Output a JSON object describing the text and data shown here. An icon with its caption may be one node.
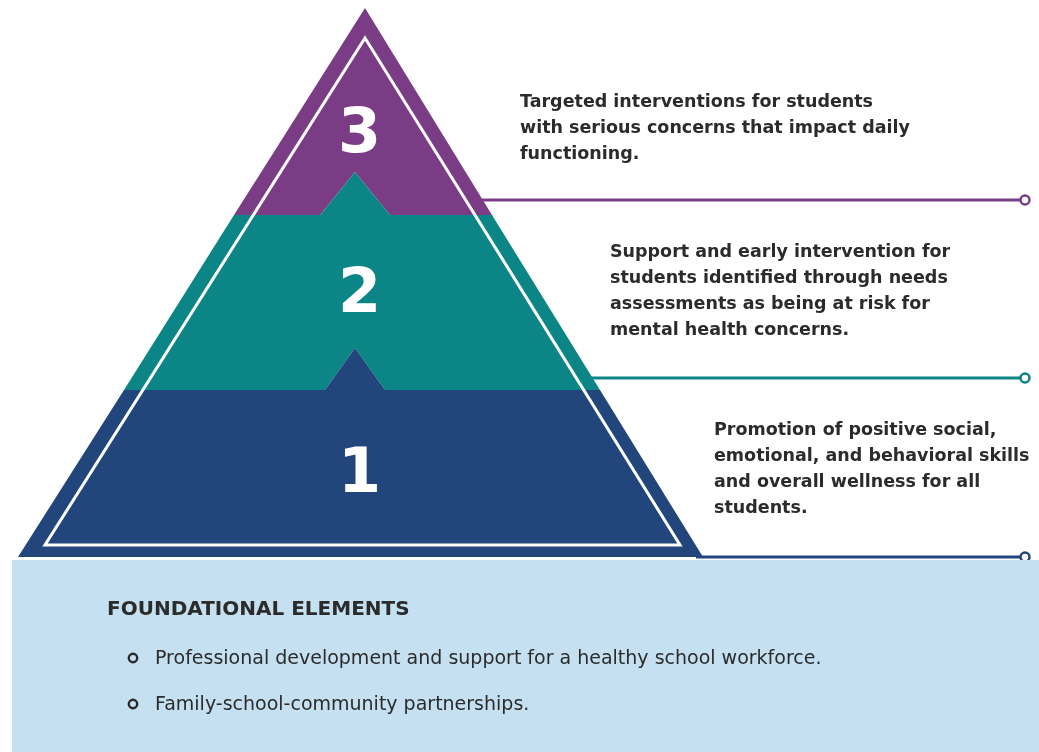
{
  "diagram": {
    "nodes": [
      {
        "text": [
          "3"
        ]
      },
      {
        "text": [
          "2"
        ]
      },
      {
        "text": [
          "1"
        ]
      },
      {
        "text": [
          "FOUNDATIONAL ELEMENTS",
          "Professional development and support for a healthy school workforce.",
          "Family-school-community partnerships."
        ]
      }
    ],
    "labels": [
      "Targeted interventions for students with serious concerns that impact daily functioning.",
      "Support and early intervention for students identified through needs assessments as being at risk for mental health concerns.",
      "Promotion of positive social, emotional, and behavioral skills and overall wellness for all students."
    ]
  }
}
